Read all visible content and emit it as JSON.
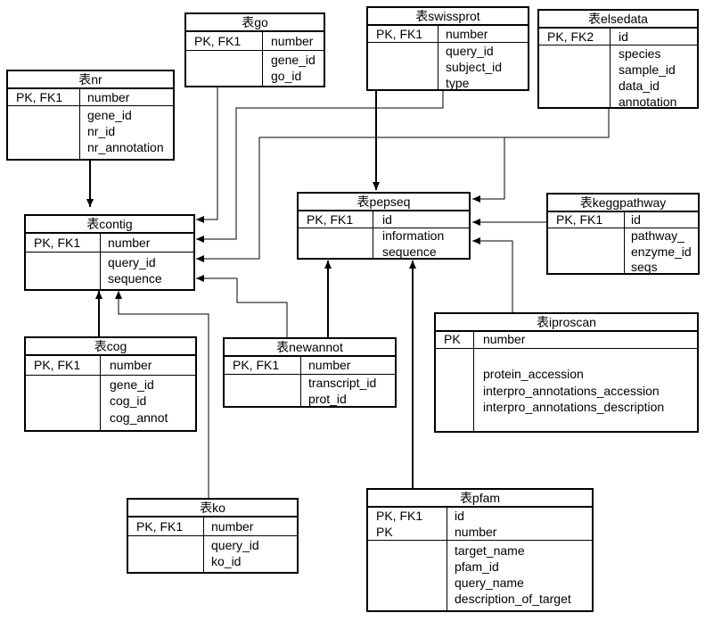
{
  "tables": {
    "go": {
      "title": "表go",
      "key": "PK, FK1",
      "key_field": "number",
      "fields": [
        "gene_id",
        "go_id"
      ]
    },
    "swissprot": {
      "title": "表swissprot",
      "key": "PK, FK1",
      "key_field": "number",
      "fields": [
        "query_id",
        "subject_id",
        "type"
      ]
    },
    "elsedata": {
      "title": "表elsedata",
      "key": "PK, FK2",
      "key_field": "id",
      "fields": [
        "species",
        "sample_id",
        "data_id",
        "annotation"
      ]
    },
    "nr": {
      "title": "表nr",
      "key": "PK, FK1",
      "key_field": "number",
      "fields": [
        "gene_id",
        "nr_id",
        "nr_annotation"
      ]
    },
    "contig": {
      "title": "表contig",
      "key": "PK, FK1",
      "key_field": "number",
      "fields": [
        "query_id",
        "sequence"
      ]
    },
    "pepseq": {
      "title": "表pepseq",
      "key": "PK, FK1",
      "key_field": "id",
      "fields": [
        "information",
        "sequence"
      ]
    },
    "keggpathway": {
      "title": "表keggpathway",
      "key": "PK, FK1",
      "key_field": "id",
      "fields": [
        "pathway_",
        "enzyme_id",
        "seqs"
      ]
    },
    "cog": {
      "title": "表cog",
      "key": "PK, FK1",
      "key_field": "number",
      "fields": [
        "gene_id",
        "cog_id",
        "cog_annot"
      ]
    },
    "newannot": {
      "title": "表newannot",
      "key": "PK, FK1",
      "key_field": "number",
      "fields": [
        "transcript_id",
        "prot_id"
      ]
    },
    "iproscan": {
      "title": "表iproscan",
      "key": "PK",
      "key_field": "number",
      "fields": [
        "protein_accession",
        "interpro_annotations_accession",
        "interpro_annotations_description"
      ]
    },
    "ko": {
      "title": "表ko",
      "key": "PK, FK1",
      "key_field": "number",
      "fields": [
        "query_id",
        "ko_id"
      ]
    },
    "pfam": {
      "title": "表pfam",
      "keys": [
        "PK, FK1",
        "PK"
      ],
      "key_fields": [
        "id",
        "number"
      ],
      "fields": [
        "target_name",
        "pfam_id",
        "query_name",
        "description_of_target"
      ]
    }
  }
}
